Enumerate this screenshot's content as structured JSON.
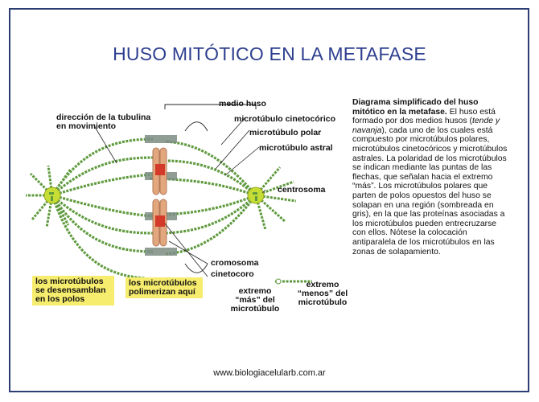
{
  "title": "HUSO MITÓTICO EN LA METAFASE",
  "footer_url": "www.biologiacelularb.com.ar",
  "colors": {
    "title": "#2e3f8f",
    "frame": "#2c3e73",
    "highlight": "#f6ec6e",
    "microtubule": "#5f9a3e",
    "centrosome": "#c6dd35",
    "chromosome": "#e2a77d",
    "kinetochore": "#d33a2a",
    "overlap": "#7c8d83"
  },
  "labels": {
    "tubulin_direction": "dirección de la tubulina en movimiento",
    "half_spindle": "medio huso",
    "kinetochore_microtubule": "microtúbulo cinetocórico",
    "polar_microtubule": "microtúbulo polar",
    "astral_microtubule": "microtúbulo astral",
    "centrosome": "centrosoma",
    "chromosome": "cromosoma",
    "kinetochore": "cinetocoro",
    "plus_end": "extremo “más” del microtúbulo",
    "minus_end": "extremo “menos” del microtúbulo"
  },
  "boxes": {
    "disassemble": "los microtúbulos se desensamblan en los polos",
    "polymerize": "los microtúbulos polimerizan aquí"
  },
  "description": {
    "heading": "Diagrama simplificado del huso mitótico en la metafase.",
    "text_1": " El huso está formado por dos medios husos (",
    "italic": "tende y navanja",
    "text_2": "), cada uno de los cuales está compuesto por microtúbulos polares, microtúbulos cinetocóricos y microtúbulos astrales. La polaridad de los microtúbulos se indican mediante las puntas de las flechas, que señalan hacia el extremo “más”. Los microtúbulos polares que parten de polos opuestos del huso se solapan en una región (sombreada en gris), en la que las proteínas asociadas a los microtúbulos pueden entrecruzarse con ellos. Nótese la colocación antiparalela de los microtúbulos en las zonas de solapamiento."
  }
}
